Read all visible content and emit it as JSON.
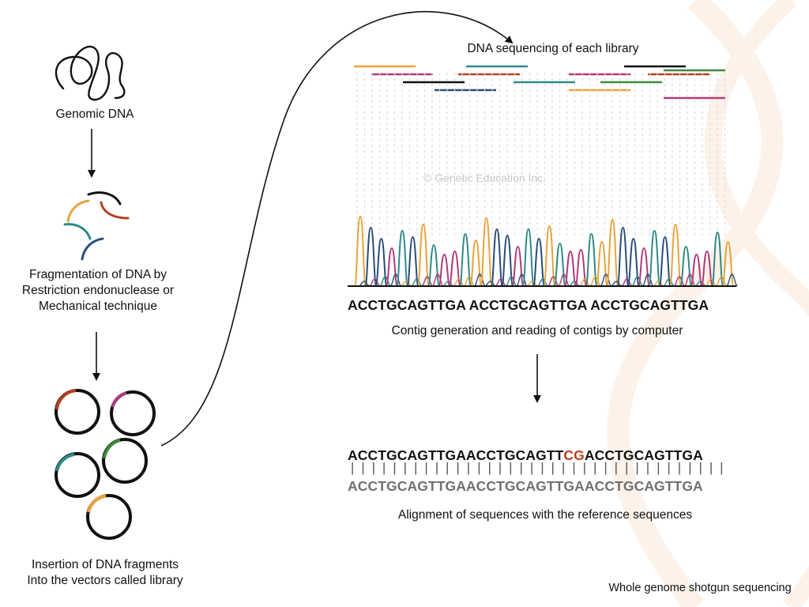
{
  "labels": {
    "genomic": "Genomic DNA",
    "fragmentation": [
      "Fragmentation of DNA by",
      "Restriction endonuclease or",
      "Mechanical technique"
    ],
    "insertion": [
      "Insertion of DNA fragments",
      "Into the vectors called library"
    ],
    "sequencing_title": "DNA sequencing of each library",
    "contig_label": "Contig generation and reading of contigs by computer",
    "alignment_label": "Alignment of sequences with the reference sequences",
    "footer": "Whole genome shotgun sequencing",
    "watermark": "© Genetic Education Inc."
  },
  "sequences": {
    "read": "ACCTGCAGTTGA ACCTGCAGTTGA ACCTGCAGTTGA",
    "aligned_prefix": "ACCTGCAGTTGAACCTGCAGTT",
    "aligned_highlight": "CG",
    "aligned_suffix": "ACCTGCAGTTGA",
    "reference": "ACCTGCAGTTGAACCTGCAGTTGAACCTGCAGTTGA"
  },
  "colors": {
    "orange": "#e8a33b",
    "red": "#b5401f",
    "teal": "#2e8a87",
    "navy": "#2a4c7a",
    "magenta": "#b23a7a",
    "green": "#3f8a3a",
    "black": "#111111"
  }
}
